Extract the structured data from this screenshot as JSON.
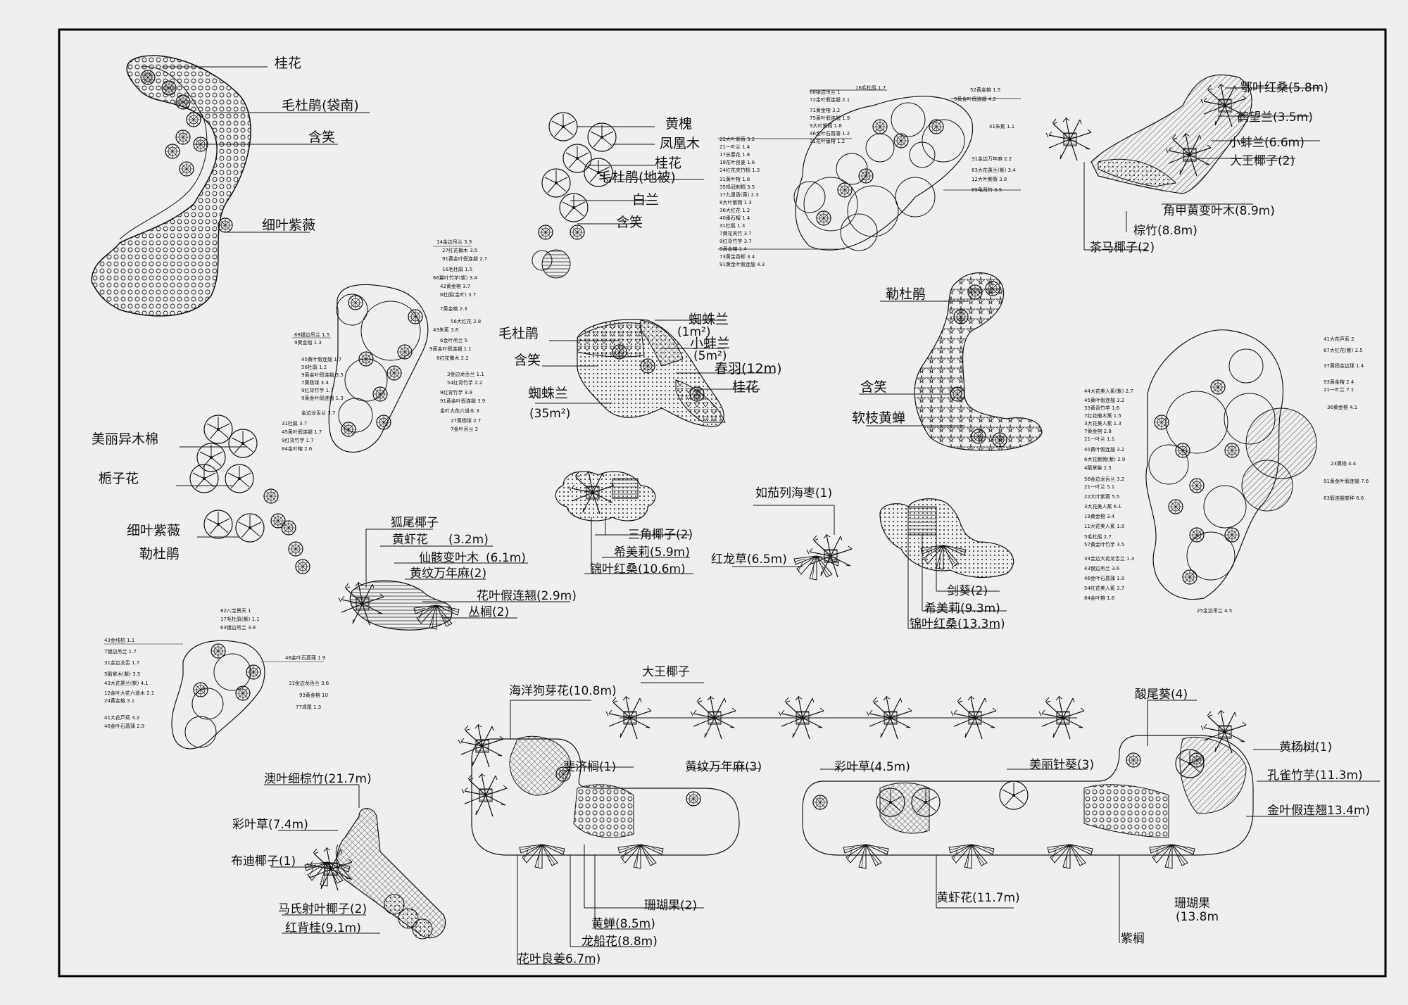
{
  "colors": {
    "paper": "#efefef",
    "ink": "#111111",
    "frame": "#000000"
  },
  "groups": {
    "g1": {
      "labels": [
        "桂花",
        "毛杜鹃(袋南)",
        "含笑",
        "细叶紫薇"
      ]
    },
    "g2": {
      "labels": [
        "黄槐",
        "凤凰木",
        "桂花",
        "毛杜鹃(地被)",
        "白兰",
        "含笑"
      ]
    },
    "g3": {
      "left_labels": [
        "22大叶紫薇 3.2",
        "21一叶兰 1.4",
        "17长春花 1.8",
        "19花叶良姜 1.6",
        "24红花夹竹桃 1.3",
        "31黄叶榕 1.8",
        "35鸡冠刺桐 3.5",
        "17九里香(黄) 2.3",
        "8大叶紫薇 1.3",
        "36大红花 1.2",
        "40番石榴 1.4",
        "31杜鹃 1.3",
        "7黄花夹竹 3.7",
        "9红背竹芋 3.7",
        "9黄金榕 1.4",
        "73黄金香柳 3.4",
        "91黄金叶假连翘 4.3"
      ],
      "top_labels": [
        "68银边吊兰 1",
        "72金叶假连翘 2.1",
        "71黄金榕 3.2",
        "75黄叶假连翘 1.9",
        "9大叶紫薇 1.8",
        "46金叶石菖蒲 1.2",
        "31花叶垂榕 1.2",
        "16毛杜鹃 1.7"
      ],
      "right_labels": [
        "52黄金榕 1.5",
        "9黄金叶假连翘 4.2",
        "41朱蕉 1.1",
        "31金边万年麻 2.2",
        "63大花蕙兰(紫) 3.4",
        "12大叶紫薇 3.8",
        "85龟背竹 3.5"
      ]
    },
    "g4": {
      "labels": [
        "鄂叶红桑(5.8m)",
        "鹤望兰(3.5m)",
        "小蚌兰(6.6m)",
        "大王椰子(2)",
        "角甲黄变叶木(8.9m)",
        "棕竹(8.8m)",
        "茶马椰子(2)"
      ]
    },
    "g5": {
      "left_labels": [
        "68银边吊兰 1.5",
        "9黄金榕 1.3",
        "45黄叶假连翘 1.7",
        "56杜鹃 1.2",
        "9黄金叶假连翘 3.5",
        "7黄杨球 3.4",
        "9红背竹芋 1.7",
        "9黄金叶假连翘 1.3",
        "金边龙舌兰 3.7",
        "31杜鹃 3.7",
        "45黄叶假连翘 1.7",
        "9红背竹芋 1.7",
        "84金叶榕 2.6"
      ],
      "right_labels": [
        "14金边吊兰 3.9",
        "27红花檵木 3.5",
        "91黄金叶假连翘 2.7",
        "16毛杜鹃 1.5",
        "66翼叶竹芋(紫) 3.4",
        "42黄金榕 3.7",
        "6杜鹃(金叶) 3.7",
        "7黄金榕 2.3",
        "56大红花 2.8",
        "43朱蕉 3.8",
        "6金叶吊兰 5",
        "9黄金叶假连翘 1.1",
        "6红花檵木 2.2",
        "3金边龙舌兰 1.1",
        "54红背竹芋 2.2",
        "9红背竹芋 3.9",
        "91黄金叶假连翘 3.9",
        "金叶大花六道木 3",
        "27黄杨球 2.7",
        "7金叶吊兰 2"
      ]
    },
    "g6": {
      "labels": [
        "毛杜鹃",
        "含笑",
        "蜘蛛兰",
        "(35m²)",
        "蜘蛛兰",
        "(1m²)",
        "小蚌兰",
        "(5m²)",
        "春羽(12m)",
        "桂花"
      ]
    },
    "g7": {
      "labels": [
        "勒杜鹃",
        "含笑",
        "软枝黄蝉"
      ]
    },
    "g8": {
      "left_labels": [
        "44大花美人蕉(紫) 2.7",
        "45黄叶假连翘 3.2",
        "33黄背竹芋 1.6",
        "7红花檵木篱 1.5",
        "3大花美人蕉 1.3",
        "7黄金榕 2.8",
        "21一叶兰 1.1",
        "45黄叶假连翘 3.2",
        "6大花紫薇(紫) 2.9",
        "4鹅掌柴 2.5",
        "56金边龙舌兰 3.2",
        "21一叶兰 5.1",
        "22大叶紫薇 5.5",
        "3大花美人蕉 6.1",
        "19黄金榕 3.4",
        "11大花美人蕉 1.9",
        "5毛杜鹃 2.7",
        "57黄金叶竹芋 3.5",
        "33金边大花龙舌兰 1.3",
        "43银边吊兰 3.6",
        "46金叶石菖蒲 1.9",
        "54红花美人蕉 3.7",
        "84金叶榕 1.6"
      ],
      "right_labels": [
        "41大花芦莉 2",
        "67大红花(紫) 2.5",
        "37黄杨金边球 1.4",
        "93黄金榕 2.4",
        "21一叶兰 7.1",
        "36黄金榕 4.1",
        "23黄杨 4.4",
        "91黄金叶假连翘 7.6",
        "63假连翘变种 6.6"
      ],
      "bottom_label": "25金边吊兰 4.5"
    },
    "g9": {
      "labels": [
        "美丽异木棉",
        "栀子花",
        "细叶紫薇",
        "勒杜鹃"
      ]
    },
    "g10": {
      "labels": [
        "狐尾椰子",
        "黄虾花",
        "(3.2m)",
        "仙骸变叶木",
        "(6.1m)",
        "黄纹万年麻(2)",
        "花叶假连翘(2.9m)",
        "丛榈(2)"
      ]
    },
    "g11": {
      "labels": [
        "三角椰子(2)",
        "希美莉(5.9m)",
        "锦叶红桑(10.6m)"
      ]
    },
    "g12": {
      "labels": [
        "如茄列海枣(1)",
        "红龙草(6.5m)"
      ]
    },
    "g13": {
      "labels": [
        "剑葵(2)",
        "希美莉(9.3m)",
        "锦叶红桑(13.3m)"
      ]
    },
    "g14": {
      "left_labels": [
        "43金线柏 1.1",
        "7银边吊兰 1.7",
        "31金边龙舌 1.7",
        "5鹅掌木(紫) 3.5",
        "43大花蕙兰(紫) 4.1",
        "12金叶大花六道木 2.1",
        "24黄金榕 3.1",
        "41大花芦莉 3.2",
        "46金叶石菖蒲 2.9"
      ],
      "top_labels": [
        "82八宝景天 1",
        "17毛杜鹃(紫) 1.1",
        "63银边吊兰 3.8"
      ],
      "right_labels": [
        "46金叶石菖蒲 1.9",
        "31金边龙舌兰 3.6",
        "93黄金榕 10",
        "77鸢尾 1.3"
      ]
    },
    "g15": {
      "labels": [
        "澳叶细棕竹(21.7m)",
        "彩叶草(7.4m)",
        "布迪椰子(1)",
        "马氏射叶椰子(2)",
        "红背桂(9.1m)"
      ]
    },
    "g16": {
      "labels": [
        "大王椰子",
        "海洋狗芽花(10.8m)",
        "斐济榈(1)",
        "黄纹万年麻(3)",
        "彩叶草(4.5m)",
        "美丽针葵(3)",
        "酸尾葵(4)",
        "黄杨树(1)",
        "孔雀竹芋(11.3m)",
        "金叶假连翘13.4m)",
        "黄蝉(8.5m)",
        "龙船花(8.8m)",
        "花叶良姜6.7m)",
        "珊瑚果(2)",
        "黄虾花(11.7m)",
        "紫榈",
        "(13.8m",
        "珊瑚果"
      ]
    }
  }
}
